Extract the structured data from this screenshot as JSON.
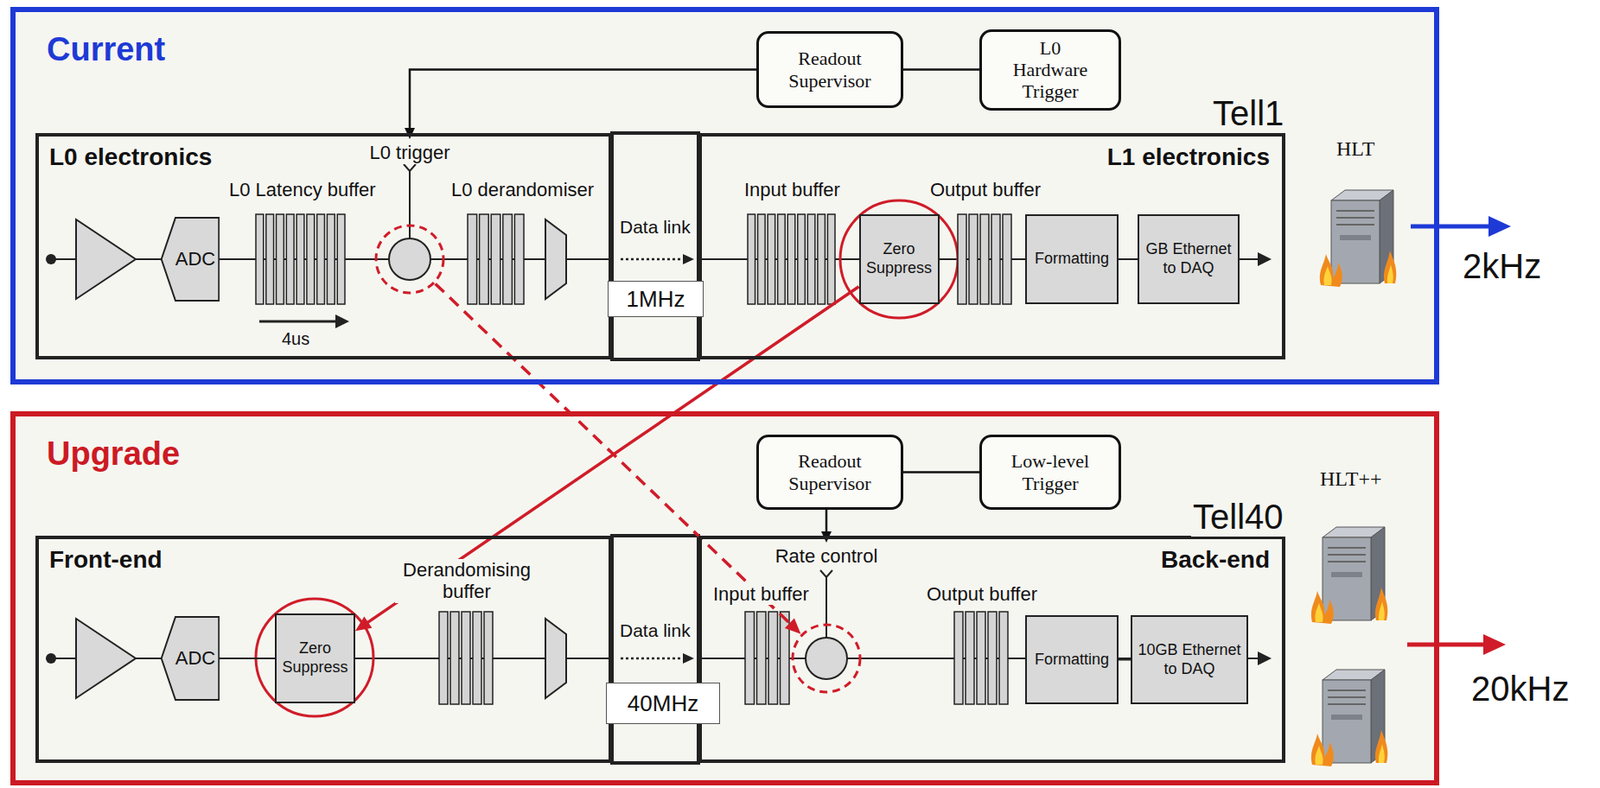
{
  "diagram": {
    "nodes": [
      {
        "text": [
          "Current"
        ]
      },
      {
        "text": [
          "Readout Supervisor"
        ],
        "in": 0
      },
      {
        "text": [
          "L0 Hardware Trigger"
        ],
        "in": 0
      },
      {
        "text": [
          "L0 electronics"
        ],
        "in": 0
      },
      {
        "text": [
          "ADC"
        ],
        "in": 3
      },
      {
        "text": [
          "L0 trigger"
        ],
        "in": 3
      },
      {
        "text": [
          "1MHz"
        ],
        "in": 0
      },
      {
        "text": [
          "L1 electronics"
        ],
        "in": 0
      },
      {
        "text": [
          "Zero Suppress"
        ],
        "in": 7
      },
      {
        "text": [
          "Formatting"
        ],
        "in": 7
      },
      {
        "text": [
          "GB Ethernet to DAQ"
        ],
        "in": 7
      },
      {
        "text": [
          "Upgrade"
        ]
      },
      {
        "text": [
          "Readout Supervisor"
        ],
        "in": 11
      },
      {
        "text": [
          "Low-level Trigger"
        ],
        "in": 11
      },
      {
        "text": [
          "Front-end"
        ],
        "in": 11
      },
      {
        "text": [
          "ADC"
        ],
        "in": 14
      },
      {
        "text": [
          "Zero Suppress"
        ],
        "in": 14
      },
      {
        "text": [
          "40MHz"
        ],
        "in": 11
      },
      {
        "text": [
          "Back-end"
        ],
        "in": 11
      },
      {
        "text": [
          "Rate control"
        ],
        "in": 18
      },
      {
        "text": [
          "Formatting"
        ],
        "in": 18
      },
      {
        "text": [
          "10GB Ethernet to DAQ"
        ],
        "in": 18
      }
    ],
    "edges": [
      {
        "from": 1,
        "to": 2,
        "arrow": "none"
      },
      {
        "from": 1,
        "to": 5,
        "arrow": "to"
      },
      {
        "from": 9,
        "to": 10,
        "arrow": "none"
      },
      {
        "from": 12,
        "to": 13,
        "arrow": "none"
      },
      {
        "from": 12,
        "to": 19,
        "arrow": "to"
      },
      {
        "from": 15,
        "to": 16,
        "arrow": "none"
      },
      {
        "from": 20,
        "to": 21,
        "arrow": "none"
      },
      {
        "from": 8,
        "to": 16,
        "arrow": "to"
      },
      {
        "from": 5,
        "to": 19,
        "arrow": "to"
      }
    ],
    "labels": [
      "Tell1",
      "L0 Latency buffer",
      "4us",
      "L0 derandomiser",
      "Data link",
      "Input buffer",
      "Output buffer",
      "HLT",
      "2kHz",
      "Tell40",
      "Derandomising buffer",
      "Data link",
      "Input buffer",
      "Output buffer",
      "HLT++",
      "20kHz"
    ]
  }
}
